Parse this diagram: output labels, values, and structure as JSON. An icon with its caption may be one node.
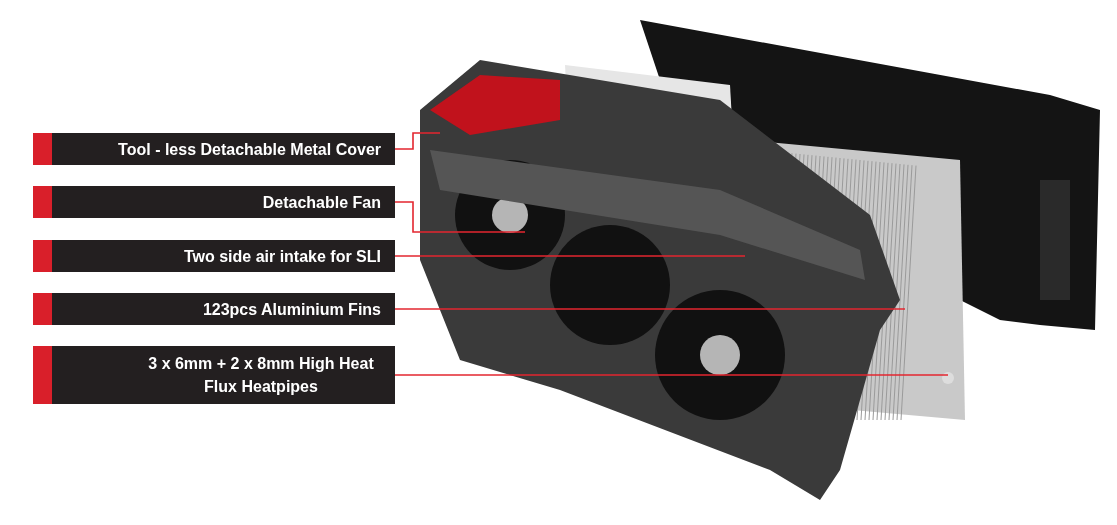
{
  "diagram": {
    "nodes": [
      {
        "text": [
          "Tool - less Detachable Metal Cover"
        ]
      },
      {
        "text": [
          "Detachable Fan"
        ]
      },
      {
        "text": [
          "Two side air intake for SLI"
        ]
      },
      {
        "text": [
          "123pcs Aluminium Fins"
        ]
      },
      {
        "text": [
          "3 x 6mm + 2 x 8mm High Heat Flux Heatpipes"
        ]
      }
    ],
    "edges": [
      {
        "from": 0,
        "to": null,
        "arrow": "none"
      },
      {
        "from": 1,
        "to": null,
        "arrow": "none"
      },
      {
        "from": 2,
        "to": null,
        "arrow": "none"
      },
      {
        "from": 3,
        "to": null,
        "arrow": "none"
      },
      {
        "from": 4,
        "to": null,
        "arrow": "none"
      }
    ]
  }
}
